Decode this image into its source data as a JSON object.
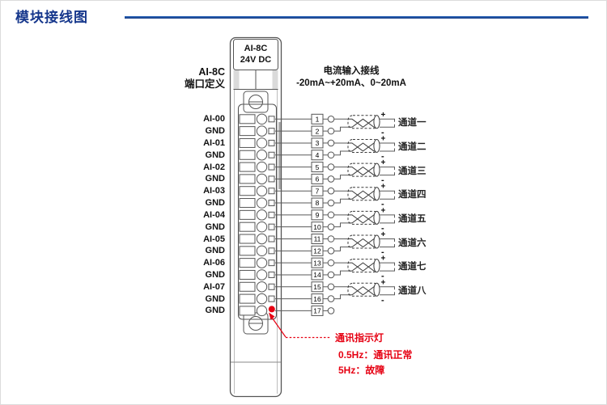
{
  "page": {
    "title": "模块接线图",
    "accent_color": "#16378c",
    "rule_color": "#1d4fa6"
  },
  "module": {
    "model_label": "AI-8C",
    "power_label": "24V DC"
  },
  "port_definition": {
    "line1": "AI-8C",
    "line2": "端口定义"
  },
  "wiring_header": {
    "line1": "电流输入接线",
    "line2": "-20mA~+20mA、0~20mA"
  },
  "terminals": {
    "labels": [
      "AI-00",
      "GND",
      "AI-01",
      "GND",
      "AI-02",
      "GND",
      "AI-03",
      "GND",
      "AI-04",
      "GND",
      "AI-05",
      "GND",
      "AI-06",
      "GND",
      "AI-07",
      "GND",
      "GND"
    ],
    "numbers": [
      "1",
      "2",
      "3",
      "4",
      "5",
      "6",
      "7",
      "8",
      "9",
      "10",
      "11",
      "12",
      "13",
      "14",
      "15",
      "16",
      "17"
    ]
  },
  "channels": {
    "plus": "+",
    "minus": "-",
    "labels": [
      "通道一",
      "通道二",
      "通道三",
      "通道四",
      "通道五",
      "通道六",
      "通道七",
      "通道八"
    ]
  },
  "indicator": {
    "label": "通讯指示灯",
    "freq_normal": "0.5Hz：通讯正常",
    "freq_fault": "5Hz：故障",
    "color": "#e60012"
  },
  "colors": {
    "wire": "#5a5a5a",
    "outline": "#555555",
    "cable": "#3a3a3a",
    "led": "#e60012"
  }
}
